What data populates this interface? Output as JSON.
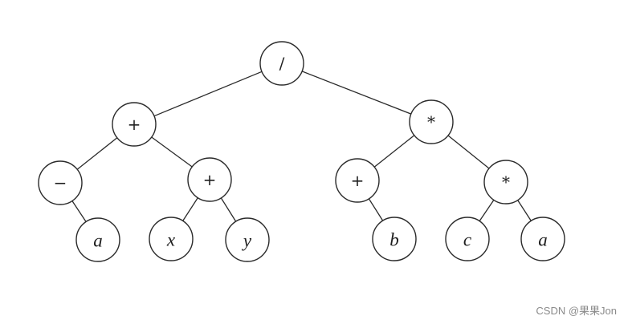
{
  "diagram": {
    "nodes": [
      {
        "id": "root",
        "label": "/",
        "italic": false
      },
      {
        "id": "plus1",
        "label": "+",
        "italic": false
      },
      {
        "id": "times1",
        "label": "*",
        "italic": false
      },
      {
        "id": "minus",
        "label": "−",
        "italic": false
      },
      {
        "id": "plus2",
        "label": "+",
        "italic": false
      },
      {
        "id": "plus3",
        "label": "+",
        "italic": false
      },
      {
        "id": "times2",
        "label": "*",
        "italic": false
      },
      {
        "id": "a1",
        "label": "a",
        "italic": true
      },
      {
        "id": "x",
        "label": "x",
        "italic": true
      },
      {
        "id": "y",
        "label": "y",
        "italic": true
      },
      {
        "id": "b",
        "label": "b",
        "italic": true
      },
      {
        "id": "c",
        "label": "c",
        "italic": true
      },
      {
        "id": "a2",
        "label": "a",
        "italic": true
      }
    ],
    "edges": [
      [
        "root",
        "plus1"
      ],
      [
        "root",
        "times1"
      ],
      [
        "plus1",
        "minus"
      ],
      [
        "plus1",
        "plus2"
      ],
      [
        "minus",
        "a1"
      ],
      [
        "plus2",
        "x"
      ],
      [
        "plus2",
        "y"
      ],
      [
        "times1",
        "plus3"
      ],
      [
        "times1",
        "times2"
      ],
      [
        "plus3",
        "b"
      ],
      [
        "times2",
        "c"
      ],
      [
        "times2",
        "a2"
      ]
    ]
  },
  "watermark": "CSDN @果果Jon"
}
